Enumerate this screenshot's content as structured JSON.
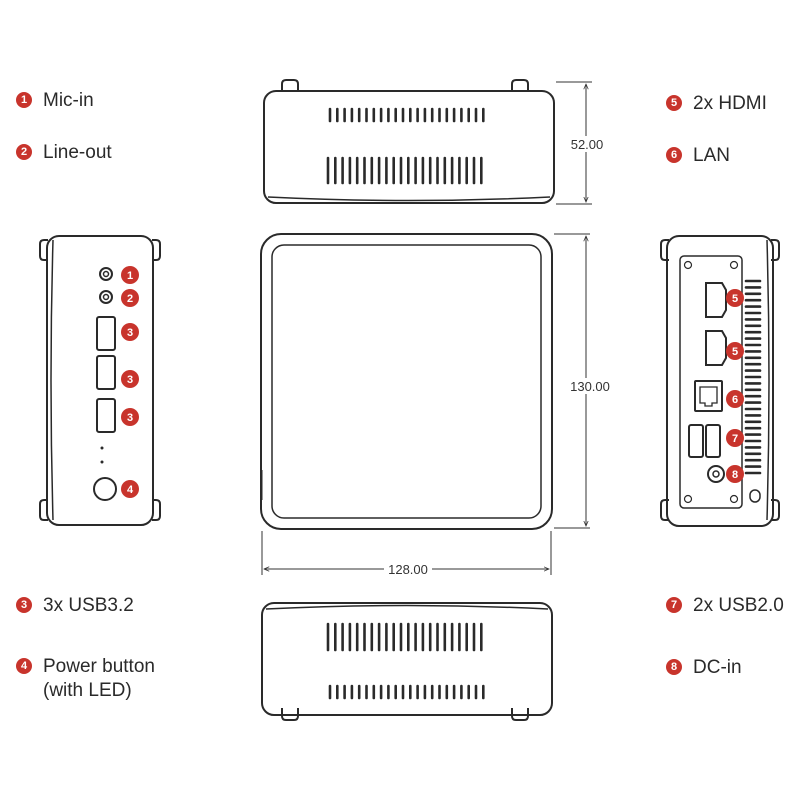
{
  "legend": [
    {
      "num": "1",
      "label": "Mic-in"
    },
    {
      "num": "2",
      "label": "Line-out"
    },
    {
      "num": "3",
      "label": "3x USB3.2"
    },
    {
      "num": "4",
      "label": "Power button",
      "label2": "(with LED)"
    },
    {
      "num": "5",
      "label": "2x HDMI"
    },
    {
      "num": "6",
      "label": "LAN"
    },
    {
      "num": "7",
      "label": "2x USB2.0"
    },
    {
      "num": "8",
      "label": "DC-in"
    }
  ],
  "dimensions": {
    "height": "52.00",
    "depth": "130.00",
    "width": "128.00"
  },
  "colors": {
    "badge": "#c8342c",
    "outline": "#2a2a2a"
  }
}
